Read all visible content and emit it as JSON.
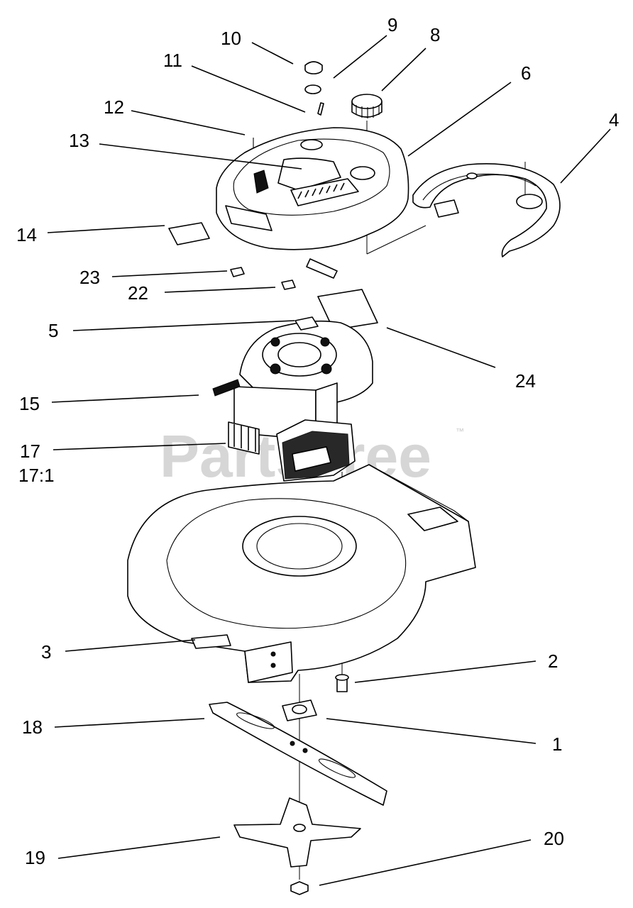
{
  "watermark": {
    "text": "PartsTree",
    "trademark": "™"
  },
  "callouts": {
    "c1": "1",
    "c2": "2",
    "c3": "3",
    "c4": "4",
    "c5": "5",
    "c6": "6",
    "c8": "8",
    "c9": "9",
    "c10": "10",
    "c11": "11",
    "c12": "12",
    "c13": "13",
    "c14": "14",
    "c15": "15",
    "c17": "17",
    "c17_1": "17:1",
    "c18": "18",
    "c19": "19",
    "c20": "20",
    "c22": "22",
    "c23": "23",
    "c24": "24"
  }
}
